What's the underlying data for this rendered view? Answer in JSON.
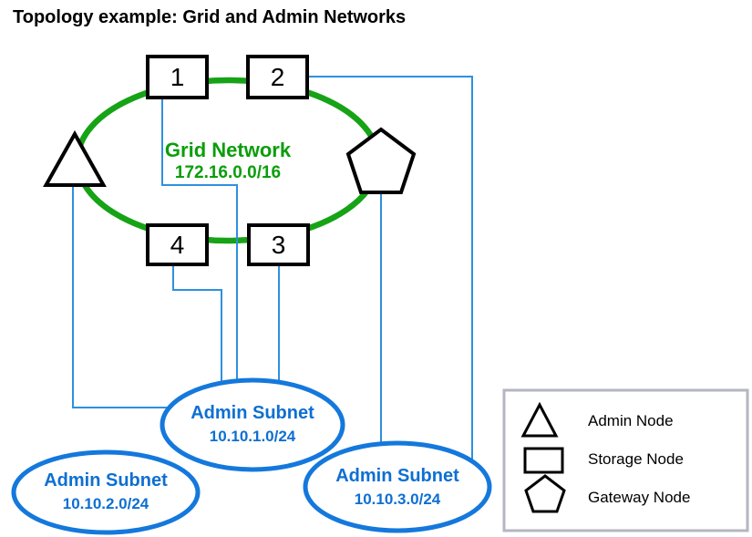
{
  "title": "Topology example: Grid and Admin Networks",
  "grid_network": {
    "label": "Grid Network",
    "cidr": "172.16.0.0/16"
  },
  "nodes": {
    "storage": [
      {
        "label": "1"
      },
      {
        "label": "2"
      },
      {
        "label": "3"
      },
      {
        "label": "4"
      }
    ]
  },
  "admin_subnets": [
    {
      "label": "Admin Subnet",
      "cidr": "10.10.1.0/24"
    },
    {
      "label": "Admin Subnet",
      "cidr": "10.10.2.0/24"
    },
    {
      "label": "Admin Subnet",
      "cidr": "10.10.3.0/24"
    }
  ],
  "legend": {
    "items": [
      {
        "icon": "triangle-icon",
        "label": "Admin Node"
      },
      {
        "icon": "square-icon",
        "label": "Storage Node"
      },
      {
        "icon": "pentagon-icon",
        "label": "Gateway Node"
      }
    ]
  },
  "colors": {
    "grid_ring_green": "#16A316",
    "grid_text_green": "#0A9E0A",
    "subnet_stroke_blue": "#1478DC",
    "subnet_text_blue": "#0D6FD2",
    "connector_blue": "#2E90DF",
    "shape_black": "#000000",
    "legend_border_gray": "#B4B6C0"
  }
}
